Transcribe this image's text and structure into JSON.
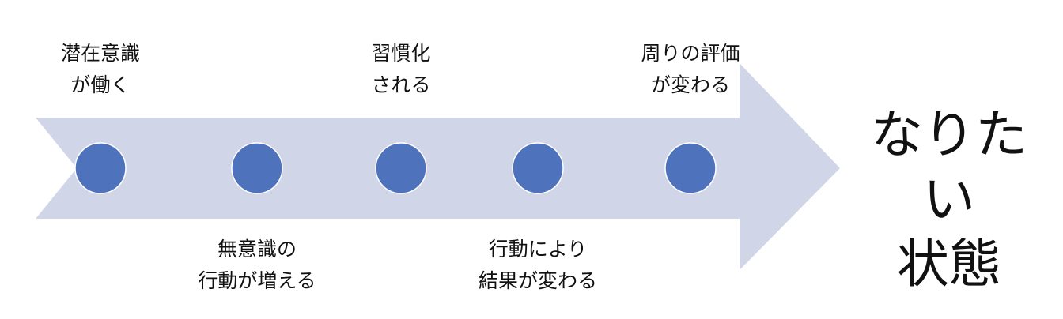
{
  "colors": {
    "arrow": "#d0d5e8",
    "dot": "#4f72bd"
  },
  "steps": [
    {
      "line1": "潜在意識",
      "line2": "が働く",
      "position": "top"
    },
    {
      "line1": "無意識の",
      "line2": "行動が増える",
      "position": "bottom"
    },
    {
      "line1": "習慣化",
      "line2": "される",
      "position": "top"
    },
    {
      "line1": "行動により",
      "line2": "結果が変わる",
      "position": "bottom"
    },
    {
      "line1": "周りの評価",
      "line2": "が変わる",
      "position": "top"
    }
  ],
  "goal": {
    "line1": "なりたい",
    "line2": "状態"
  }
}
